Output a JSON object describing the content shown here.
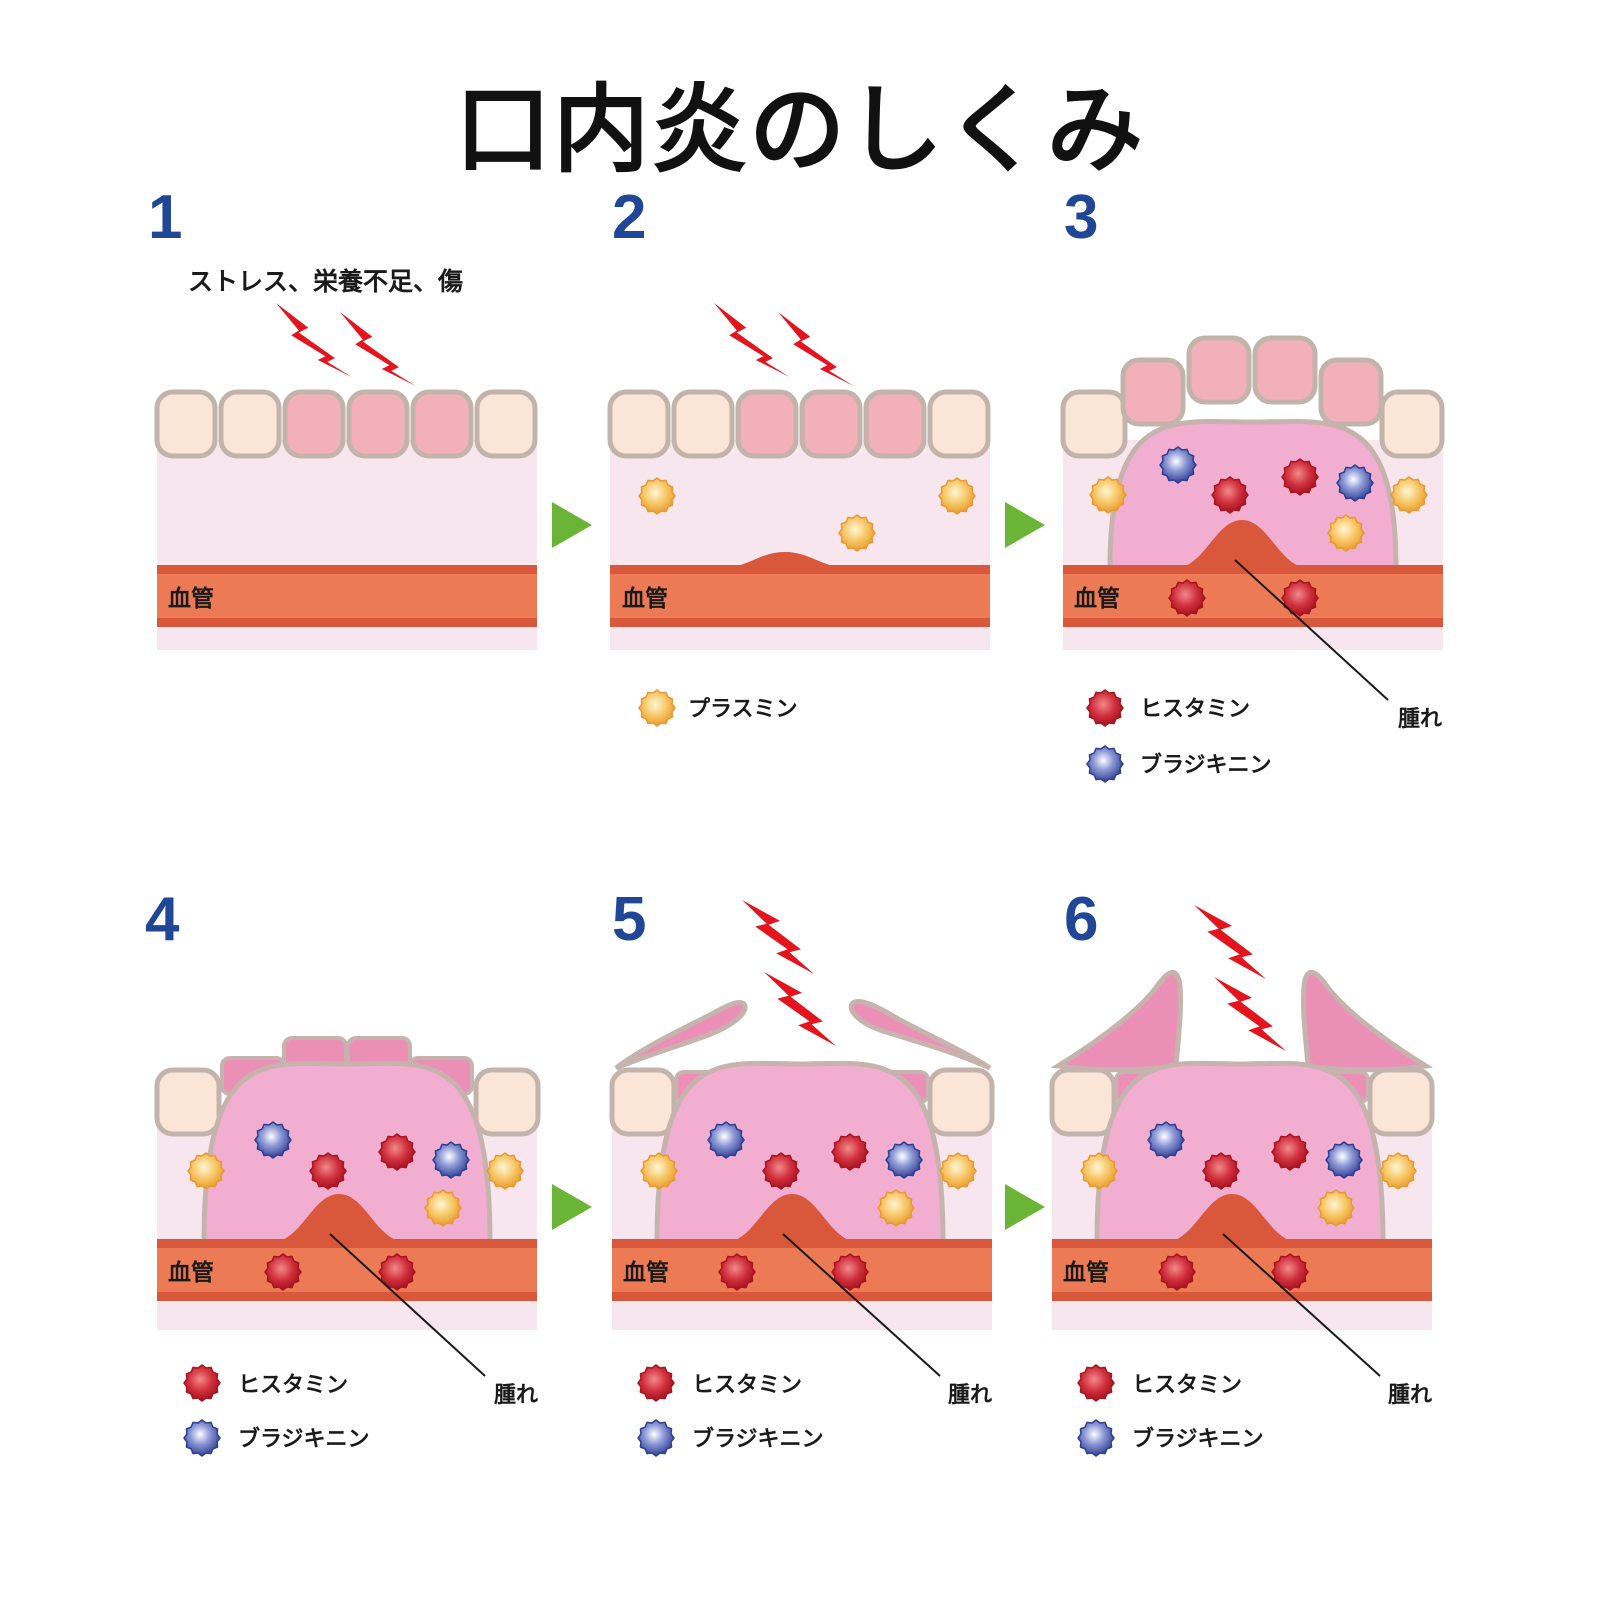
{
  "title": "口内炎のしくみ",
  "panel_numbers": [
    "1",
    "2",
    "3",
    "4",
    "5",
    "6"
  ],
  "cause_label": "ストレス、栄養不足、傷",
  "vessel_label": "血管",
  "swelling_label": "腫れ",
  "legend": {
    "plasmin": "プラスミン",
    "histamine": "ヒスタミン",
    "bradykinin": "ブラジキニン"
  },
  "icons": [
    "lightning-bolt-icon",
    "arrow-right-icon",
    "plasmin-cell-icon",
    "histamine-cell-icon",
    "bradykinin-cell-icon"
  ],
  "colors": {
    "number": "#1f4796",
    "bolt": "#e4141e",
    "arrow": "#6bb536",
    "vessel": "#ec7a55",
    "vessel_edge": "#d9573a",
    "tissue": "#f8e6ef",
    "healthy_cell": "#fbe5d7",
    "damaged_cell": "#f2b0bb",
    "inflamed_cell": "#ec8fb6",
    "swelling": "#f1aed0",
    "plasmin": "#f2b347",
    "histamine": "#d12f3c",
    "bradykinin": "#3f55a6"
  }
}
